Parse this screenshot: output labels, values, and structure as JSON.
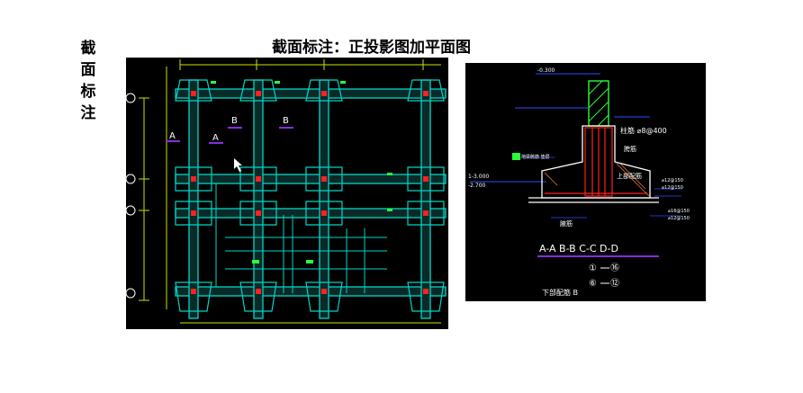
{
  "side_label": [
    "截",
    "面",
    "标",
    "注"
  ],
  "page_title": "截面标注：正投影图加平面图",
  "plan": {
    "labels": [
      "A",
      "A",
      "B",
      "B"
    ]
  },
  "section": {
    "elev_top": "-0.300",
    "elev_left_1": "1-3.000",
    "elev_left_2": "-2.700",
    "rebar_top": "柱筋 ⌀8@400",
    "rebar_mid": "胯筋",
    "rebar_right": "上部配筋",
    "rebar_r1": "⌀12@150",
    "rebar_r2": "⌀12@150",
    "rebar_r3": "⌀16@150",
    "rebar_r4": "⌀12@150",
    "bottom_bar": "腋筋",
    "note": "地梁胯筋 垫层",
    "cuts": "A-A B-B C-C D-D",
    "range_1a": "①",
    "range_1b": "⑯",
    "range_2a": "⑥",
    "range_2b": "⑫",
    "bottom_label": "下部配筋 B"
  },
  "colors": {
    "beam": "#00d6c8",
    "dim": "#c8e600",
    "column": "#ff2020",
    "accent": "#8a2be2",
    "blue": "#2a4bff",
    "green": "#2aff3a"
  }
}
